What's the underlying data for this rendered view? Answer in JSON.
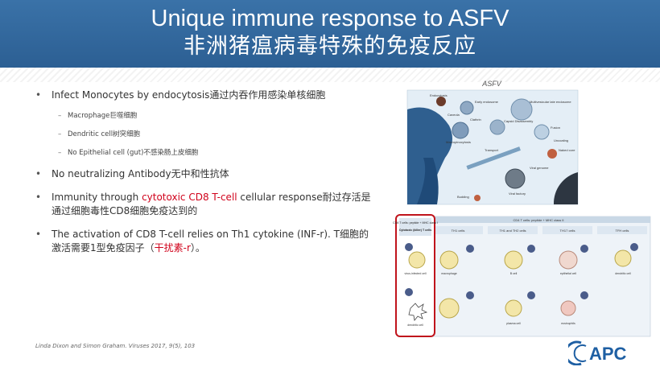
{
  "header": {
    "title_en": "Unique immune response to ASFV",
    "title_zh": "非洲猪瘟病毒特殊的免疫反应"
  },
  "bullets": {
    "b1": "Infect Monocytes by endocytosis通过内吞作用感染单核细胞",
    "sub1": "Macrophage巨噬细胞",
    "sub2": "Dendritic cell树突细胞",
    "sub3": "No Epithelial cell (gut)不感染肠上皮细胞",
    "b2": "No neutralizing Antibody无中和性抗体",
    "b3_pre": "Immunity through ",
    "b3_red": "cytotoxic CD8 T-cell",
    "b3_post": " cellular response耐过存活是通过细胞毒性CD8细胞免疫达到的",
    "b4_pre": "The activation of CD8 T-cell relies on Th1 cytokine (INF-r). T细胞的激活需要1型免疫因子（",
    "b4_red": "干扰素-r",
    "b4_post": "）。"
  },
  "citation": "Linda Dixon and Simon Graham. Viruses 2017, 9(5), 103",
  "logo_text": "APC",
  "figure1": {
    "title": "ASFV",
    "labels": [
      "Endocytosis",
      "Early endosome",
      "Multivesicular late endosome",
      "Caveola",
      "Capsid Disassembly",
      "Clathrin",
      "Macropinocytosis",
      "Fusion",
      "Uncoating",
      "Naked core",
      "Transport",
      "Viral genome",
      "Budding",
      "Viral factory"
    ]
  },
  "figure2": {
    "left_header": "CD8 T cells: peptide + MHC class I",
    "left_sub": "Cytotoxic (killer) T cells",
    "right_header": "CD4 T cells: peptide + MHC class II",
    "columns": [
      "TH1 cells",
      "TH1 and TH2 cells",
      "TH17 cells",
      "TFH cells"
    ],
    "left_labels": [
      "virus-infected cell",
      "dendritic cell"
    ],
    "bottom_labels": [
      "macrophage",
      "B cell",
      "epithelial cell",
      "dendritic cell",
      "plasma cell",
      "eosinophils"
    ]
  },
  "colors": {
    "header_bg": "#2f6498",
    "accent_red": "#d0021b",
    "logo_blue": "#1e5fa3"
  }
}
